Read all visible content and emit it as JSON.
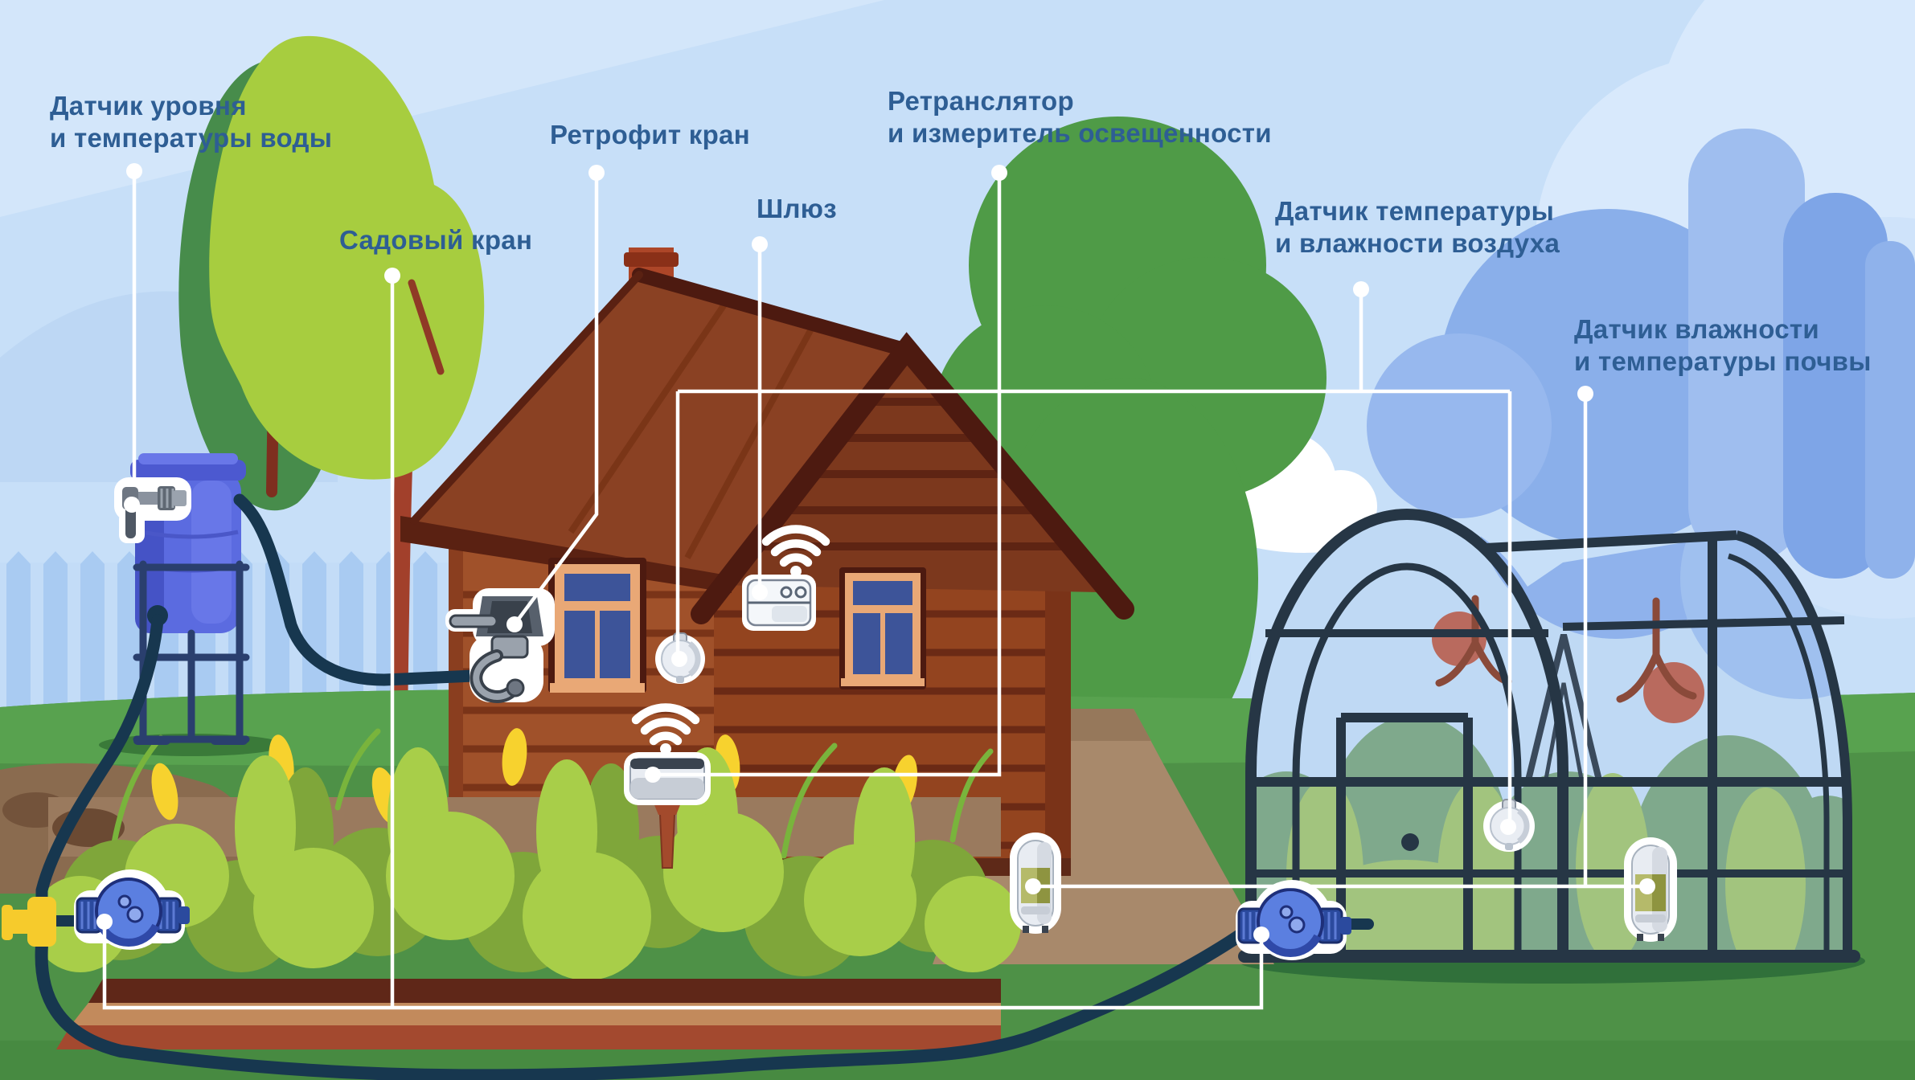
{
  "title": "Умный сад / полив — инфографика (smart garden irrigation infographic)",
  "colors": {
    "label_text": "#2E5E94",
    "callout_line": "#FFFFFF",
    "sky": "#C7DFF8",
    "lawn": "#4E9147",
    "house_wall": "#9C4B26",
    "roof": "#8A4123",
    "greenhouse_frame": "#263645",
    "hose": "#17374F",
    "valve_blue": "#5B7FE0",
    "barrel_blue": "#5B6BE0",
    "bush_light": "#A8CE49",
    "bush_dark": "#7FA63A",
    "bud_yellow": "#F7D22E"
  },
  "labels": [
    {
      "id": "water-level-temp-sensor",
      "line1": "Датчик уровня",
      "line2": "и температуры воды"
    },
    {
      "id": "garden-tap",
      "line1": "Садовый кран",
      "line2": ""
    },
    {
      "id": "retrofit-valve",
      "line1": "Ретрофит кран",
      "line2": ""
    },
    {
      "id": "gateway",
      "line1": "Шлюз",
      "line2": ""
    },
    {
      "id": "repeater-light-meter",
      "line1": "Ретранслятор",
      "line2": "и измеритель освещенности"
    },
    {
      "id": "air-temp-humidity",
      "line1": "Датчик температуры",
      "line2": "и влажности воздуха"
    },
    {
      "id": "soil-moisture-temp",
      "line1": "Датчик влажности",
      "line2": "и температуры почвы"
    }
  ],
  "devices": [
    {
      "name": "water-barrel-tap-sensor",
      "label": "Датчик уровня и температуры воды"
    },
    {
      "name": "smart-valve-left",
      "label": "Садовый кран"
    },
    {
      "name": "smart-valve-right",
      "label": "Садовый кран"
    },
    {
      "name": "retrofit-valve-device",
      "label": "Ретрофит кран"
    },
    {
      "name": "gateway-device",
      "label": "Шлюз"
    },
    {
      "name": "repeater-stake-device",
      "label": "Ретранслятор и измеритель освещенности"
    },
    {
      "name": "round-sensor-house",
      "label": "Датчик температуры и влажности воздуха"
    },
    {
      "name": "round-sensor-greenhouse",
      "label": "Датчик температуры и влажности воздуха"
    },
    {
      "name": "soil-capsule-garden",
      "label": "Датчик влажности и температуры почвы"
    },
    {
      "name": "soil-capsule-greenhouse",
      "label": "Датчик влажности и температуры почвы"
    }
  ]
}
